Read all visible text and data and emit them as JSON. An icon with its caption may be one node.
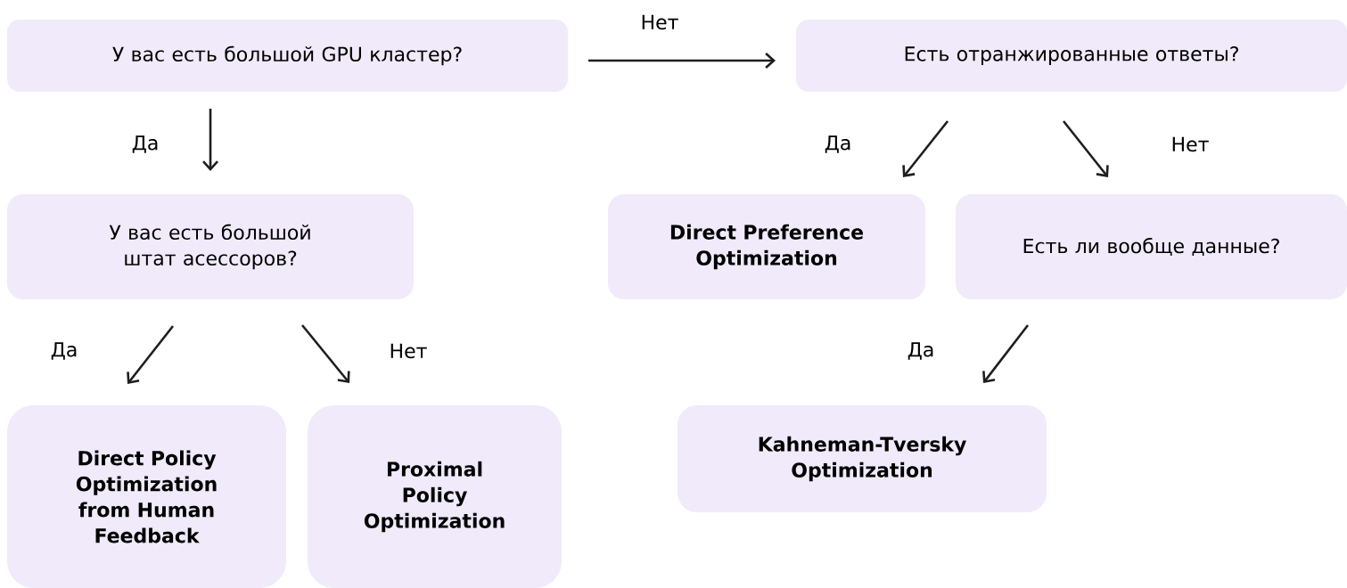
{
  "diagram": {
    "nodes": [
      {
        "text": [
          "У вас есть большой GPU кластер?"
        ]
      },
      {
        "text": [
          "Есть отранжированные ответы?"
        ]
      },
      {
        "text": [
          "У вас есть большой штат асессоров?"
        ]
      },
      {
        "text": [
          "Direct Preference Optimization"
        ]
      },
      {
        "text": [
          "Есть ли вообще данные?"
        ]
      },
      {
        "text": [
          "Direct Policy Optimization from Human Feedback"
        ]
      },
      {
        "text": [
          "Proximal Policy Optimization"
        ]
      },
      {
        "text": [
          "Kahneman-Tversky Optimization"
        ]
      }
    ],
    "edges": [
      {
        "from": 0,
        "to": 1,
        "arrow": "to",
        "label": "Нет"
      },
      {
        "from": 0,
        "to": 2,
        "arrow": "to",
        "label": "Да"
      },
      {
        "from": 1,
        "to": 3,
        "arrow": "to",
        "label": "Да"
      },
      {
        "from": 1,
        "to": 4,
        "arrow": "to",
        "label": "Нет"
      },
      {
        "from": 2,
        "to": 5,
        "arrow": "to",
        "label": "Да"
      },
      {
        "from": 2,
        "to": 6,
        "arrow": "to",
        "label": "Нет"
      },
      {
        "from": 4,
        "to": 7,
        "arrow": "to",
        "label": "Да"
      }
    ]
  }
}
